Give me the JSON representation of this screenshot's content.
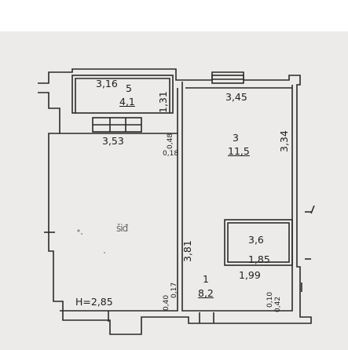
{
  "plan": {
    "height_label": "H=2,85",
    "rooms": [
      {
        "number": "5",
        "area": "4,1",
        "dim_top": "3,16",
        "dim_side": "1,31"
      },
      {
        "number": "3",
        "area": "11,5",
        "dim_top": "3,45",
        "dim_side": "3,34"
      },
      {
        "number": "",
        "area": "",
        "dim_top": "3,53"
      },
      {
        "number": "1",
        "area": "8,2",
        "dim_side": "3,81"
      },
      {
        "number": "",
        "area": "3,6",
        "dim_bottom": "1,85",
        "dim_side": "1,99"
      }
    ],
    "wall_labels": [
      "0,48",
      "0,18",
      "0,40",
      "0,17",
      "0,10",
      "0,42"
    ],
    "smudge_text": "šiđ"
  },
  "colors": {
    "paper": "#ecebe9",
    "ink": "#1e1e1e"
  }
}
